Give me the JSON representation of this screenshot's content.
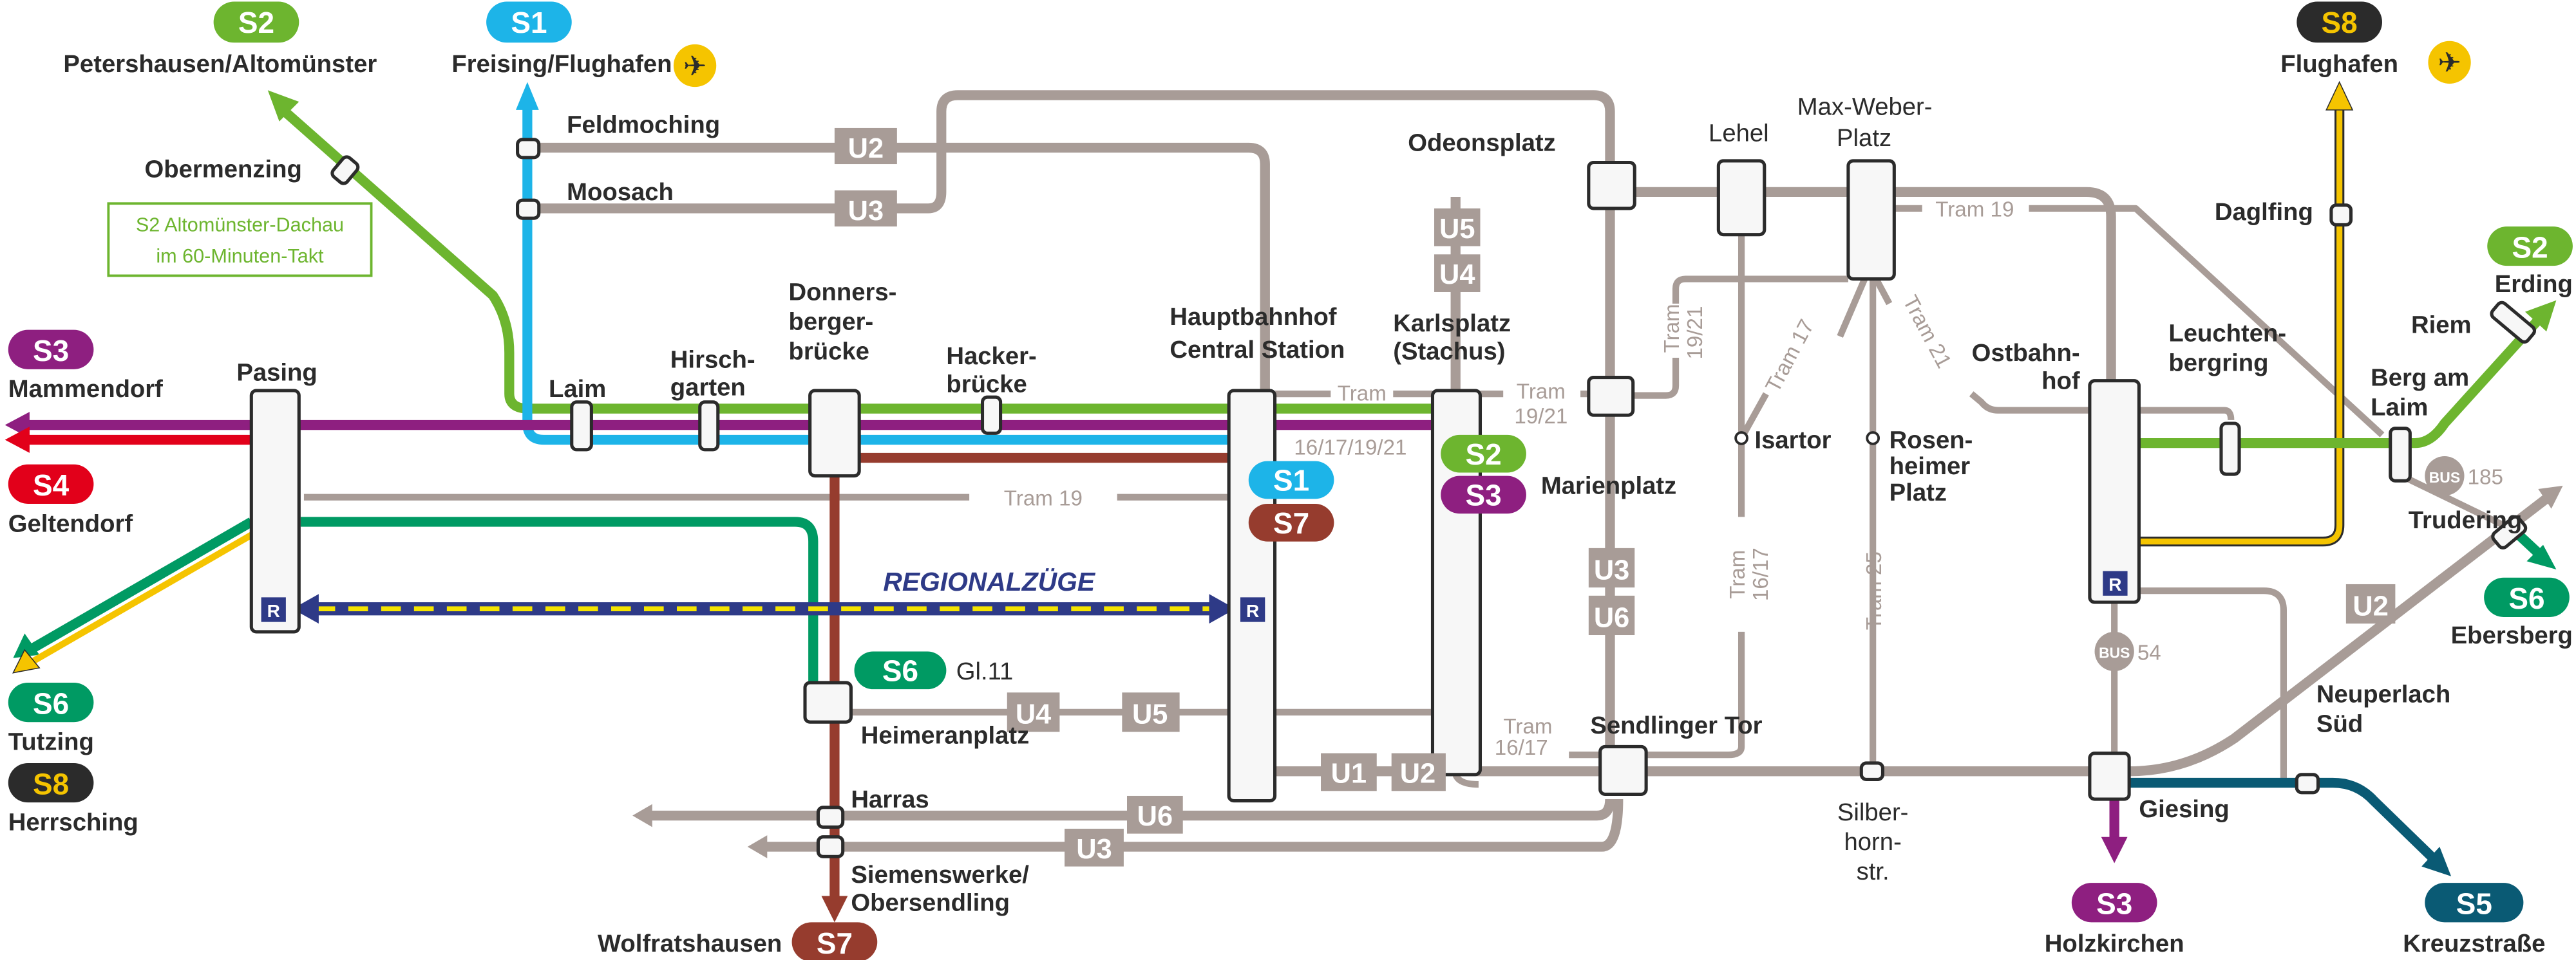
{
  "colors": {
    "S1": "#1db4e8",
    "S2": "#6db52f",
    "S3": "#8e1f80",
    "S4": "#e2001a",
    "S5": "#0a5a74",
    "S6": "#009a63",
    "S7": "#963c2e",
    "S8": "#2b2b2b",
    "S8_text": "#f5c400",
    "ubahn_tram": "#a89c97",
    "regional": "#2e3a87",
    "regional_dash": "#f5e400",
    "airport": "#f5c400"
  },
  "termini": {
    "petershausen": {
      "line": "S2",
      "dest": "Petershausen/Altomünster"
    },
    "freising": {
      "line": "S1",
      "dest": "Freising/Flughafen",
      "icon": "airplane-icon"
    },
    "flughafen": {
      "line": "S8",
      "dest": "Flughafen",
      "icon": "airplane-icon"
    },
    "erding": {
      "line": "S2",
      "dest": "Erding"
    },
    "mammendorf": {
      "line": "S3",
      "dest": "Mammendorf"
    },
    "geltendorf": {
      "line": "S4",
      "dest": "Geltendorf"
    },
    "tutzing": {
      "line": "S6",
      "dest": "Tutzing"
    },
    "herrsching": {
      "line": "S8",
      "dest": "Herrsching"
    },
    "wolfratshausen": {
      "line": "S7",
      "dest": "Wolfratshausen"
    },
    "holzkirchen": {
      "line": "S3",
      "dest": "Holzkirchen"
    },
    "kreuzstrasse": {
      "line": "S5",
      "dest": "Kreuzstraße"
    },
    "ebersberg": {
      "line": "S6",
      "dest": "Ebersberg"
    }
  },
  "stations": {
    "obermenzing": "Obermenzing",
    "feldmoching": "Feldmoching",
    "moosach": "Moosach",
    "pasing": "Pasing",
    "laim": "Laim",
    "hirschgarten": [
      "Hirsch-",
      "garten"
    ],
    "donnersbergerbruecke": [
      "Donners-",
      "berger-",
      "brücke"
    ],
    "hackerbruecke": [
      "Hacker-",
      "brücke"
    ],
    "hauptbahnhof": [
      "Hauptbahnhof",
      "Central Station"
    ],
    "karlsplatz": [
      "Karlsplatz",
      "(Stachus)"
    ],
    "odeonsplatz": "Odeonsplatz",
    "lehel": "Lehel",
    "max_weber_platz": [
      "Max-Weber-",
      "Platz"
    ],
    "marienplatz": "Marienplatz",
    "isartor": "Isartor",
    "rosenheimer_platz": [
      "Rosen-",
      "heimer",
      "Platz"
    ],
    "ostbahnhof": [
      "Ostbahn-",
      "hof"
    ],
    "leuchtenbergring": [
      "Leuchten-",
      "bergring"
    ],
    "daglfing": "Daglfing",
    "riem": "Riem",
    "berg_am_laim": [
      "Berg am",
      "Laim"
    ],
    "trudering": "Trudering",
    "heimeranplatz": "Heimeranplatz",
    "harras": "Harras",
    "siemenswerke": [
      "Siemenswerke/",
      "Obersendling"
    ],
    "sendlinger_tor": "Sendlinger Tor",
    "silberhornstr": [
      "Silber-",
      "horn-",
      "str."
    ],
    "giesing": "Giesing",
    "neuperlach_sued": [
      "Neuperlach",
      "Süd"
    ]
  },
  "note": [
    "S2 Altomünster-Dachau",
    "im 60-Minuten-Takt"
  ],
  "regional_label": "REGIONALZÜGE",
  "regional_badge": "R",
  "platform_s6": "Gl.11",
  "line_badges": {
    "S1": "S1",
    "S2": "S2",
    "S3": "S3",
    "S7": "S7",
    "S6": "S6",
    "U1": "U1",
    "U2": "U2",
    "U3": "U3",
    "U4": "U4",
    "U5": "U5",
    "U6": "U6"
  },
  "tram_labels": {
    "tram19_west": "Tram 19",
    "tram19_east": "Tram 19",
    "tram_hbf": "Tram",
    "tram_1921": [
      "Tram",
      "19/21"
    ],
    "tram_hbf_lines": "16/17/19/21",
    "tram_1921_vert": [
      "Tram",
      "19/21"
    ],
    "tram17": "Tram 17",
    "tram21": "Tram 21",
    "tram25": "Tram 25",
    "tram1617_vert": [
      "Tram",
      "16/17"
    ],
    "tram1617": [
      "Tram",
      "16/17"
    ]
  },
  "bus": {
    "label": "BUS",
    "lines": [
      "185",
      "54"
    ]
  }
}
